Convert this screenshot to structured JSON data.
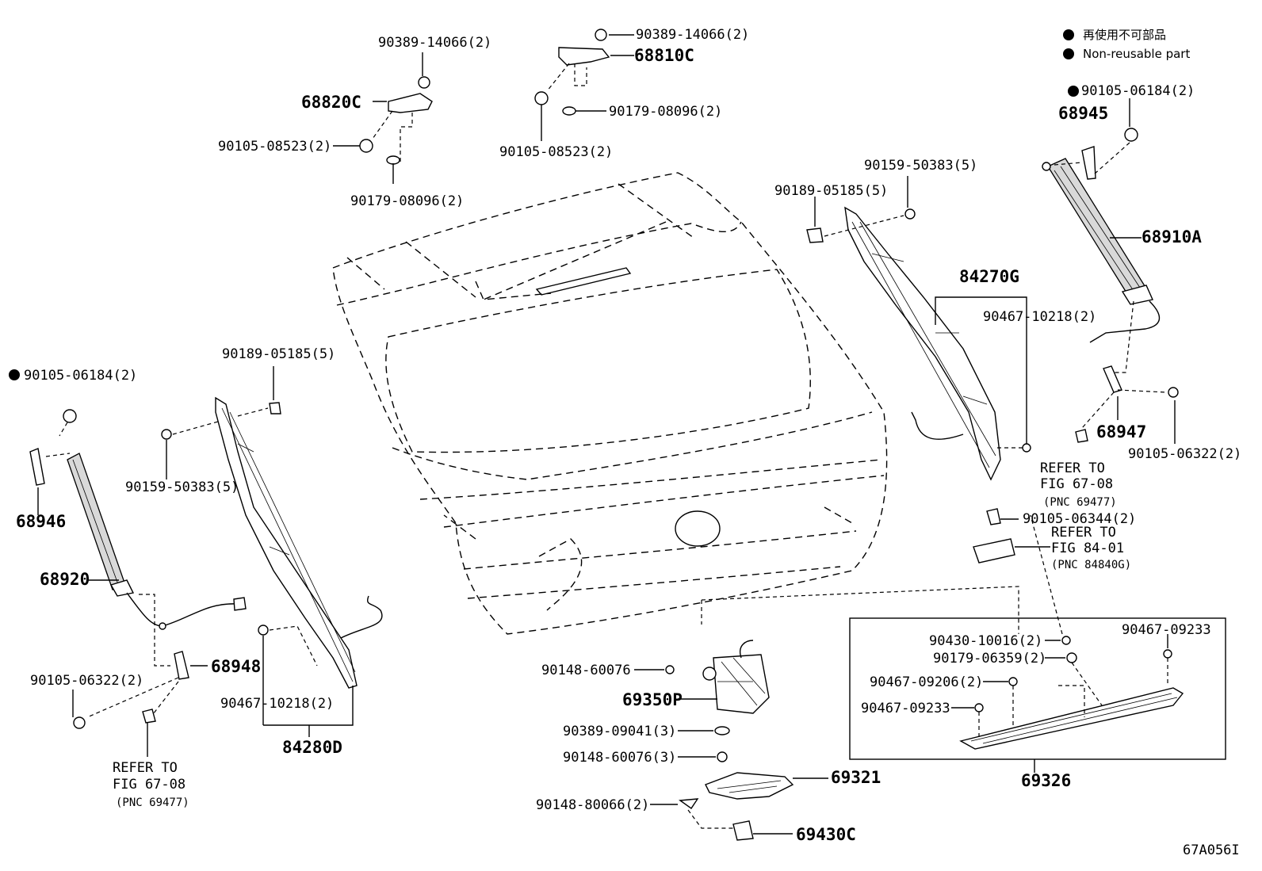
{
  "legend": {
    "jp": "再使用不可部品",
    "en": "Non-reusable part"
  },
  "figure_code": "67A056I",
  "labels": {
    "p90389_14066_a": "90389-14066(2)",
    "p90389_14066_b": "90389-14066(2)",
    "p68820C": "68820C",
    "p68810C": "68810C",
    "p90105_08523_a": "90105-08523(2)",
    "p90105_08523_b": "90105-08523(2)",
    "p90179_08096_a": "90179-08096(2)",
    "p90179_08096_b": "90179-08096(2)",
    "p90105_06184_r": "90105-06184(2)",
    "p68945": "68945",
    "p90159_50383_r": "90159-50383(5)",
    "p90189_05185_r": "90189-05185(5)",
    "p68910A": "68910A",
    "p84270G": "84270G",
    "p90467_10218_r": "90467-10218(2)",
    "p68947": "68947",
    "p90105_06322_r": "90105-06322(2)",
    "refer_r1": "REFER TO",
    "fig_r1": "FIG 67-08",
    "pnc_r1": "(PNC 69477)",
    "p90105_06344": "90105-06344(2)",
    "refer_r2": "REFER TO",
    "fig_r2": "FIG 84-01",
    "pnc_r2": "(PNC 84840G)",
    "p90105_06184_l": "90105-06184(2)",
    "p90189_05185_l": "90189-05185(5)",
    "p90159_50383_l": "90159-50383(5)",
    "p68946": "68946",
    "p68920": "68920",
    "p68948": "68948",
    "p90105_06322_l": "90105-06322(2)",
    "refer_l": "REFER TO",
    "fig_l": "FIG 67-08",
    "pnc_l": "(PNC 69477)",
    "p90467_10218_l": "90467-10218(2)",
    "p84280D": "84280D",
    "p90148_60076_a": "90148-60076",
    "p69350P": "69350P",
    "p90389_09041": "90389-09041(3)",
    "p90148_60076_b": "90148-60076(3)",
    "p69321": "69321",
    "p90148_80066": "90148-80066(2)",
    "p69430C": "69430C",
    "p90430_10016": "90430-10016(2)",
    "p90179_06359": "90179-06359(2)",
    "p90467_09233_a": "90467-09233",
    "p90467_09206": "90467-09206(2)",
    "p90467_09233_b": "90467-09233",
    "p69326": "69326"
  },
  "icons": [
    "non-reusable-bullet-icon"
  ]
}
